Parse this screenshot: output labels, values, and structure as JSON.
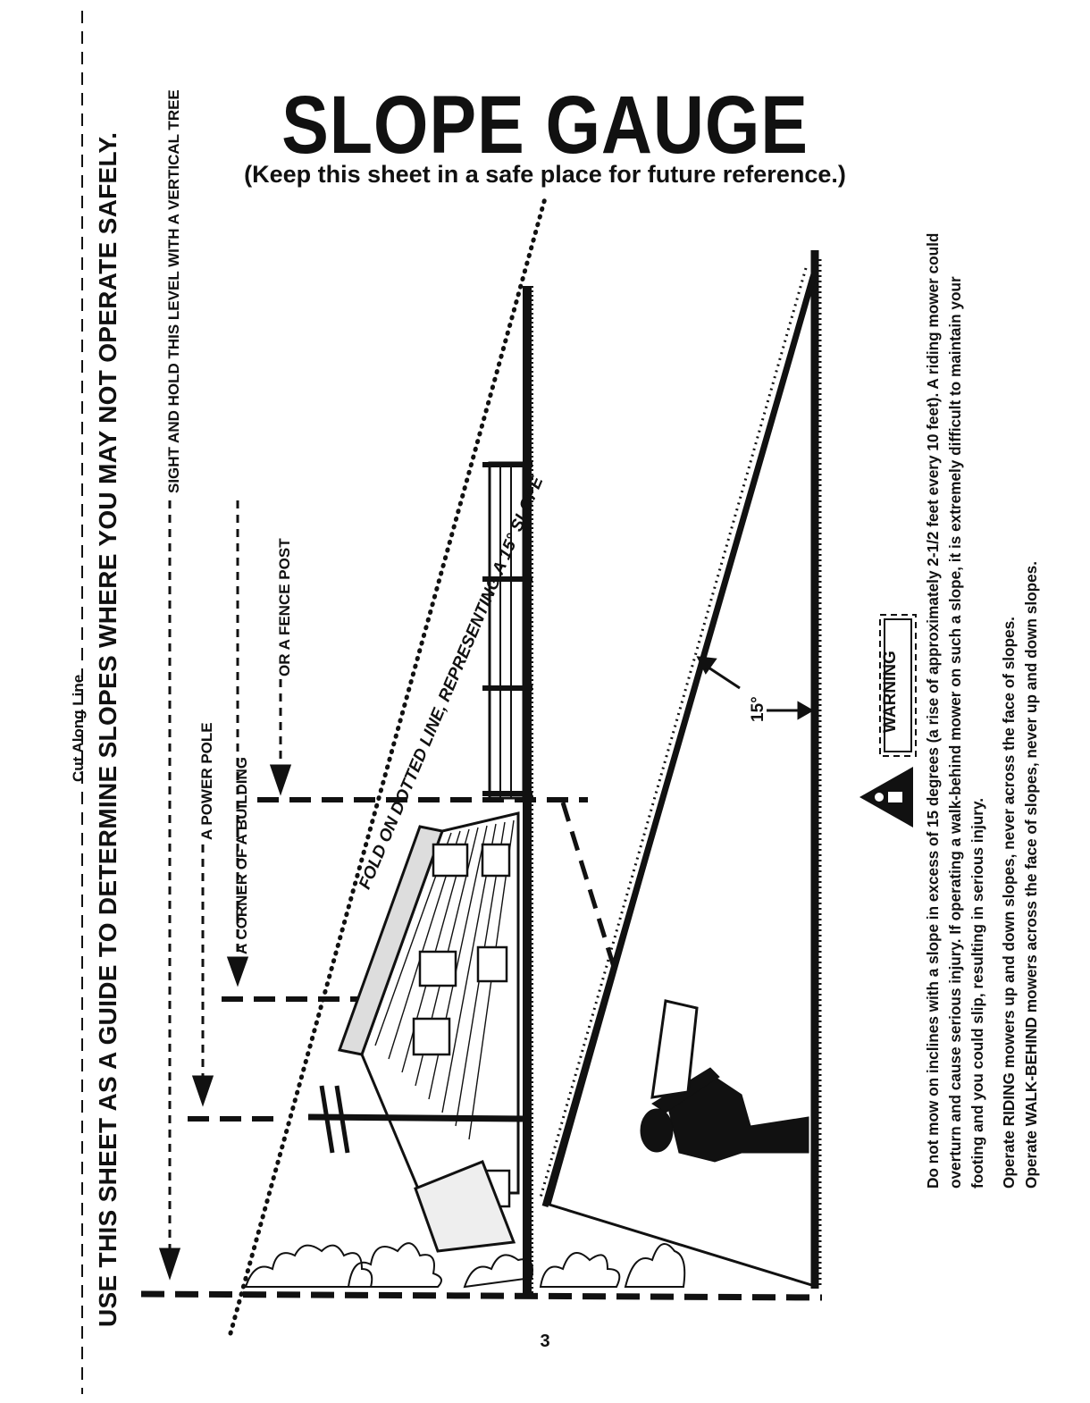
{
  "header": {
    "title": "SLOPE GAUGE",
    "subtitle": "(Keep this sheet in a safe place for future reference.)"
  },
  "side": {
    "heading": "USE THIS SHEET AS A GUIDE TO DETERMINE SLOPES WHERE YOU MAY NOT OPERATE SAFELY.",
    "cut_label": "Cut Along Line"
  },
  "guides": {
    "tree": "SIGHT AND HOLD THIS LEVEL WITH A VERTICAL TREE",
    "pole": "A POWER POLE",
    "building": "A CORNER OF A BUILDING",
    "fence": "OR A FENCE POST"
  },
  "fold_label": "FOLD ON DOTTED LINE, REPRESENTING A 15° SLOPE",
  "angle_label": "15°",
  "warning": {
    "badge": "WARNING",
    "text": "Do not mow on inclines with a slope in excess of 15 degrees (a rise of approximately 2-1/2 feet every 10 feet). A riding mower could overturn and cause serious injury. If operating a walk-behind mower on such a slope, it is extremely difficult to maintain your footing and you could slip, resulting in serious injury.",
    "riding": "Operate RIDING mowers up and down slopes, never across the face of slopes.",
    "walk_behind": "Operate WALK-BEHIND mowers across the face of slopes, never up and down slopes."
  },
  "footer": {
    "page_number": "3"
  }
}
